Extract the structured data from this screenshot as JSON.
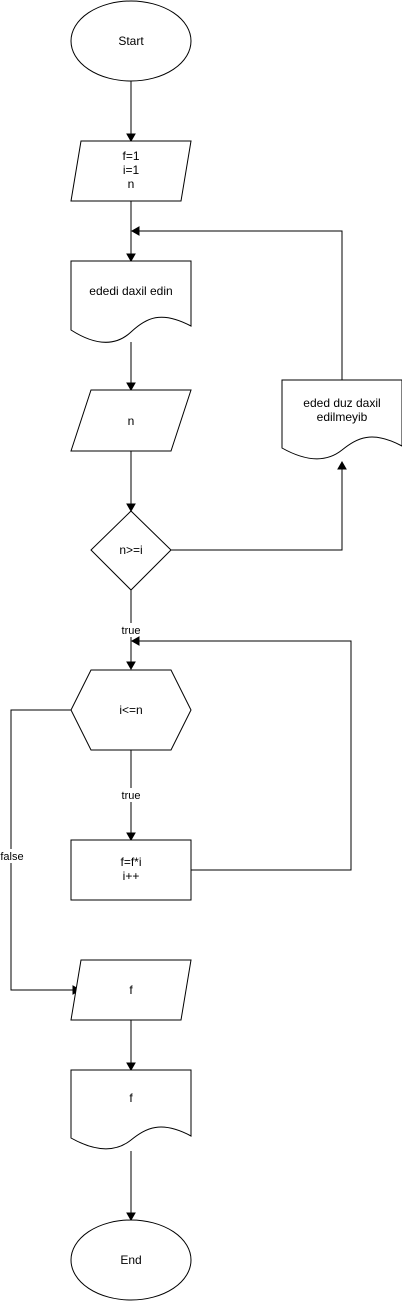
{
  "nodes": {
    "start": {
      "label": "Start"
    },
    "init": {
      "lines": [
        "f=1",
        "i=1",
        "n"
      ]
    },
    "prompt": {
      "label": "ededi daxil edin"
    },
    "input_n": {
      "label": "n"
    },
    "check_n": {
      "label": "n>=i"
    },
    "error_msg": {
      "lines": [
        "eded duz daxil",
        "edilmeyib"
      ]
    },
    "loop": {
      "label": "i<=n"
    },
    "body": {
      "lines": [
        "f=f*i",
        "i++"
      ]
    },
    "output_f": {
      "label": "f"
    },
    "display_f": {
      "label": "f"
    },
    "end": {
      "label": "End"
    }
  },
  "edges": {
    "check_true": "true",
    "loop_true": "true",
    "loop_false": "false"
  }
}
